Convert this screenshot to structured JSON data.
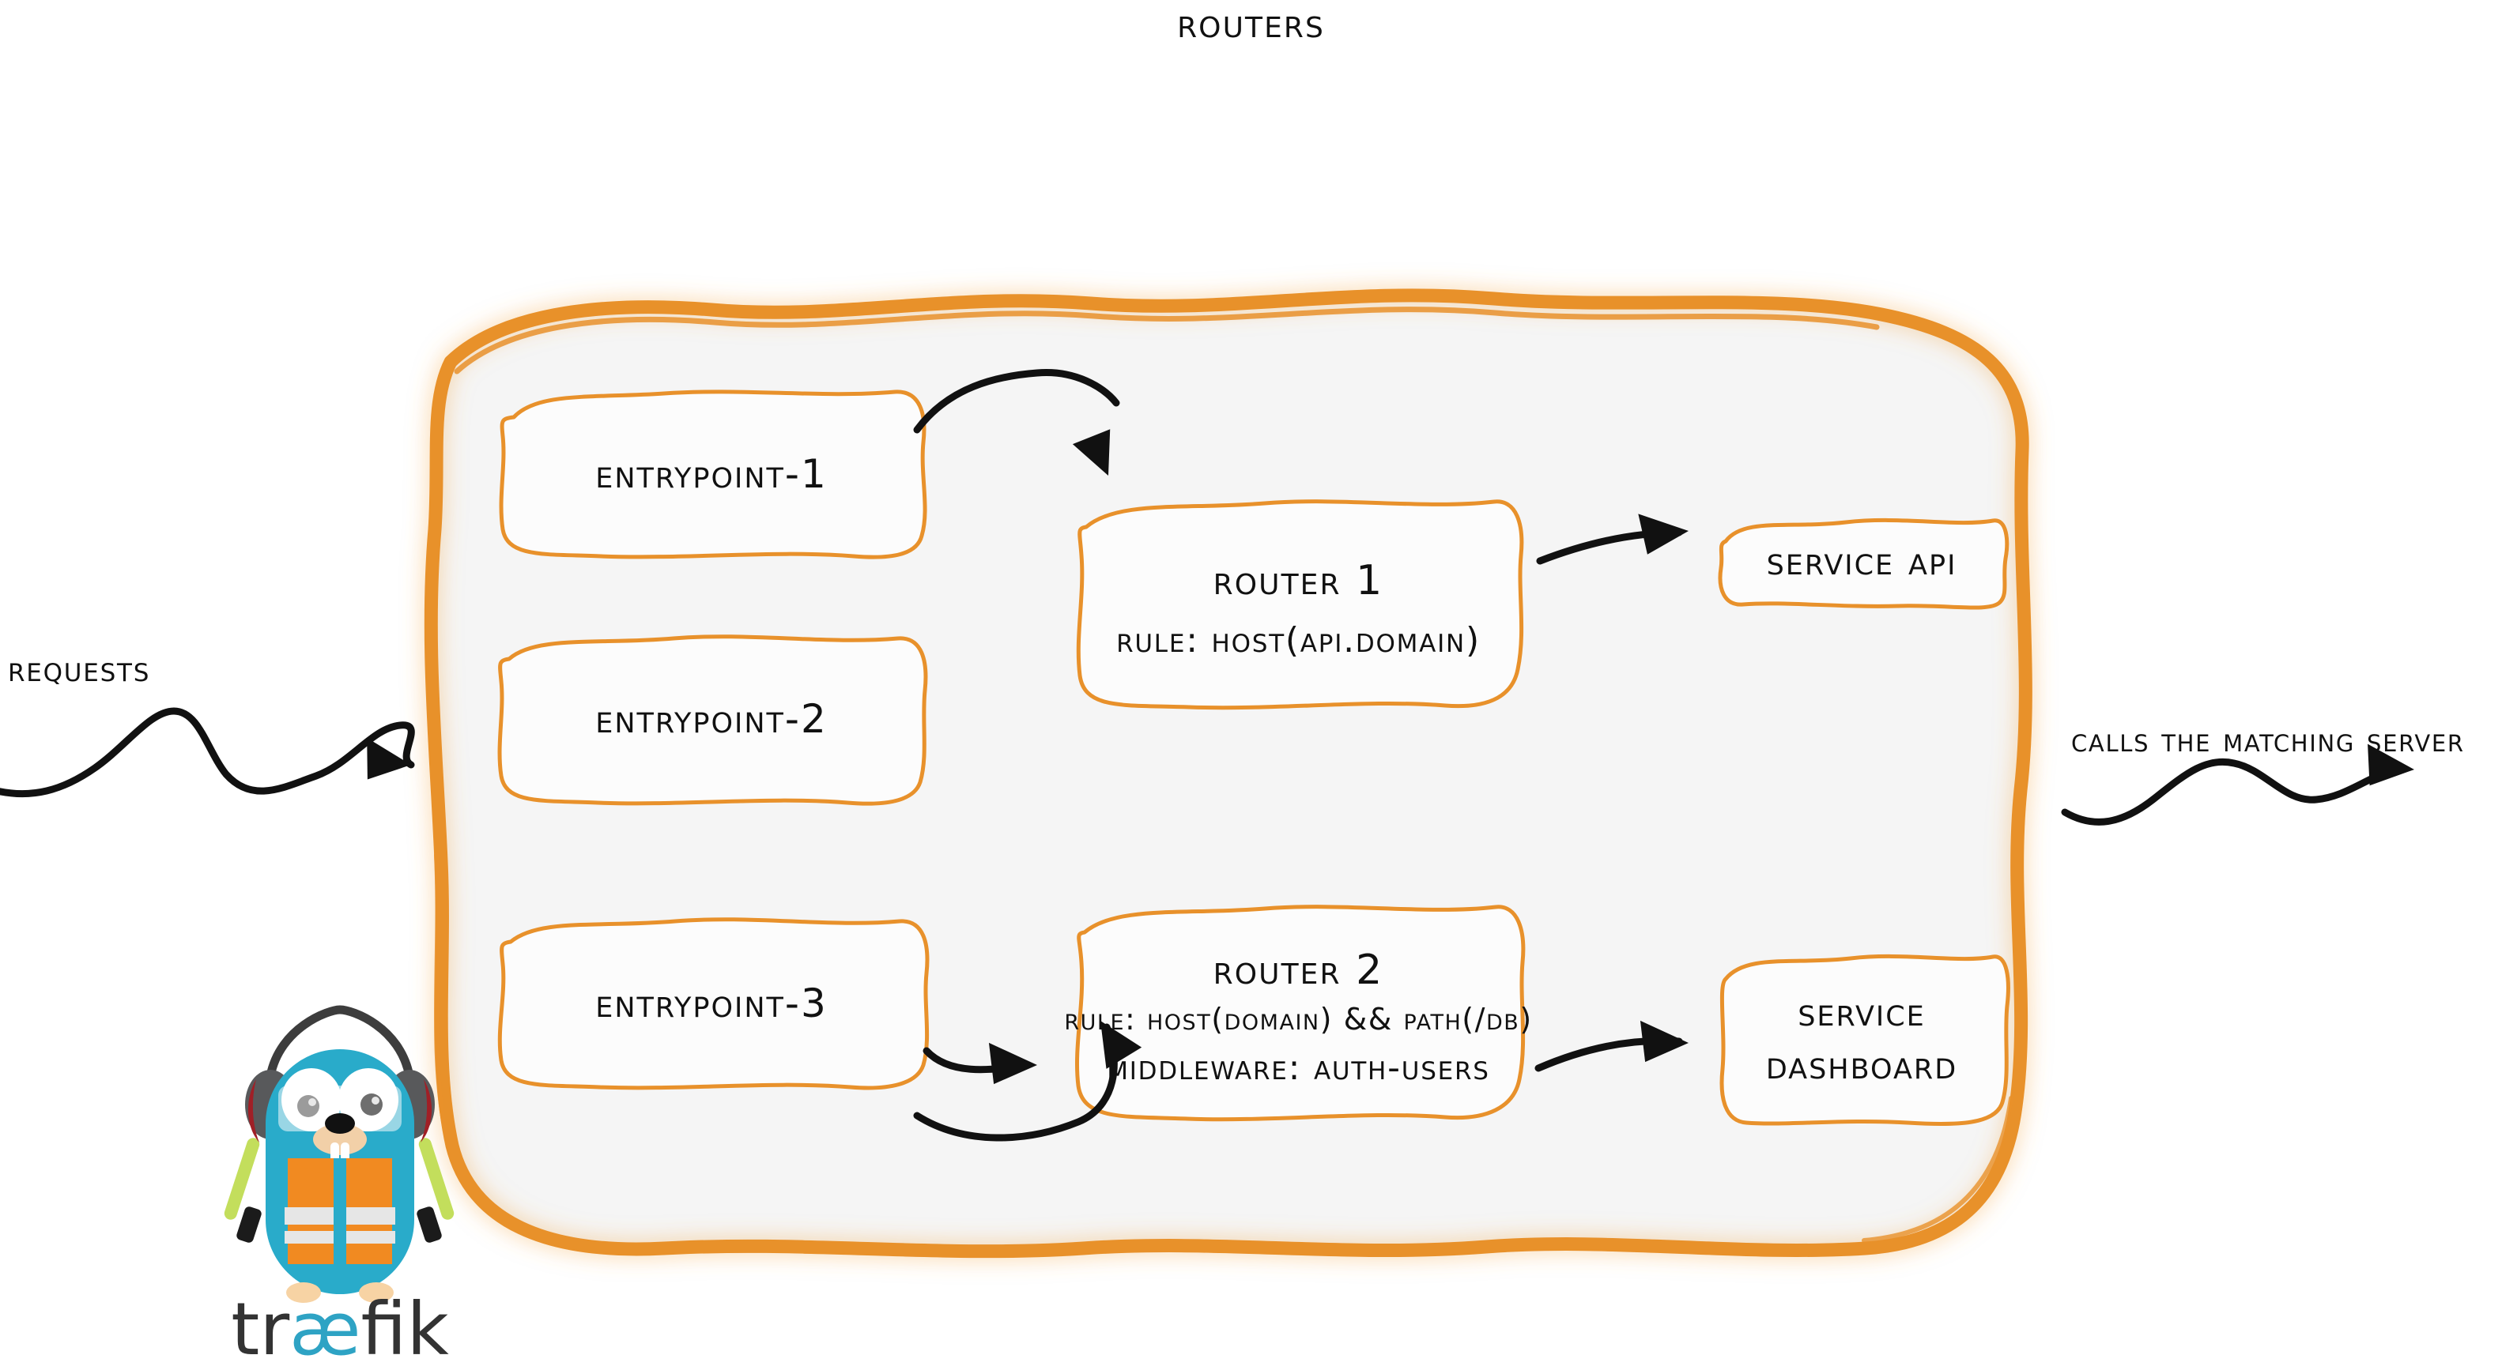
{
  "diagram": {
    "title": "Routers",
    "background": "#ffffff",
    "panel_fill": "#f5f5f5",
    "accent_orange": "#e8912b",
    "box_fill": "#fcfcfc",
    "ink": "#111111"
  },
  "entrypoints": [
    {
      "id": "entrypoint-1",
      "label": "Entrypoint-1"
    },
    {
      "id": "entrypoint-2",
      "label": "Entrypoint-2"
    },
    {
      "id": "entrypoint-3",
      "label": "Entrypoint-3"
    }
  ],
  "routers": [
    {
      "id": "router-1",
      "title": "Router 1",
      "lines": [
        "rule: Host(api.domain)"
      ]
    },
    {
      "id": "router-2",
      "title": "Router 2",
      "lines": [
        "rule: Host(domain) && Path(/db)",
        "Middleware: auth-users"
      ]
    }
  ],
  "services": [
    {
      "id": "service-api",
      "lines": [
        "Service API"
      ]
    },
    {
      "id": "service-dashboard",
      "lines": [
        "Service",
        "Dashboard"
      ]
    }
  ],
  "labels": {
    "requests": "Requests",
    "calls_matching_server": "Calls the matching server"
  },
  "logo": {
    "wordmark_left": "tr",
    "wordmark_ae": "æ",
    "wordmark_right": "fik",
    "wordmark_color": "#333333",
    "ae_color": "#2ea3c4",
    "gopher_body": "#29abca",
    "vest_color": "#f18a21",
    "wand_color": "#c3de5c",
    "headphone_gray": "#58595b",
    "headphone_red": "#a01f26"
  }
}
